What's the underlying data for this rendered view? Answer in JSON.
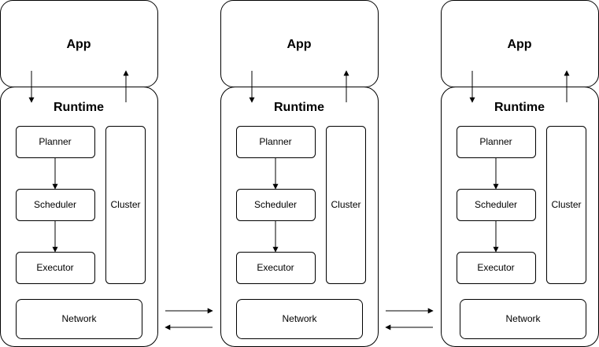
{
  "nodes": [
    {
      "app": "App",
      "runtime": "Runtime",
      "components": {
        "planner": "Planner",
        "scheduler": "Scheduler",
        "executor": "Executor",
        "cluster": "Cluster",
        "network": "Network"
      }
    },
    {
      "app": "App",
      "runtime": "Runtime",
      "components": {
        "planner": "Planner",
        "scheduler": "Scheduler",
        "executor": "Executor",
        "cluster": "Cluster",
        "network": "Network"
      }
    },
    {
      "app": "App",
      "runtime": "Runtime",
      "components": {
        "planner": "Planner",
        "scheduler": "Scheduler",
        "executor": "Executor",
        "cluster": "Cluster",
        "network": "Network"
      }
    }
  ]
}
